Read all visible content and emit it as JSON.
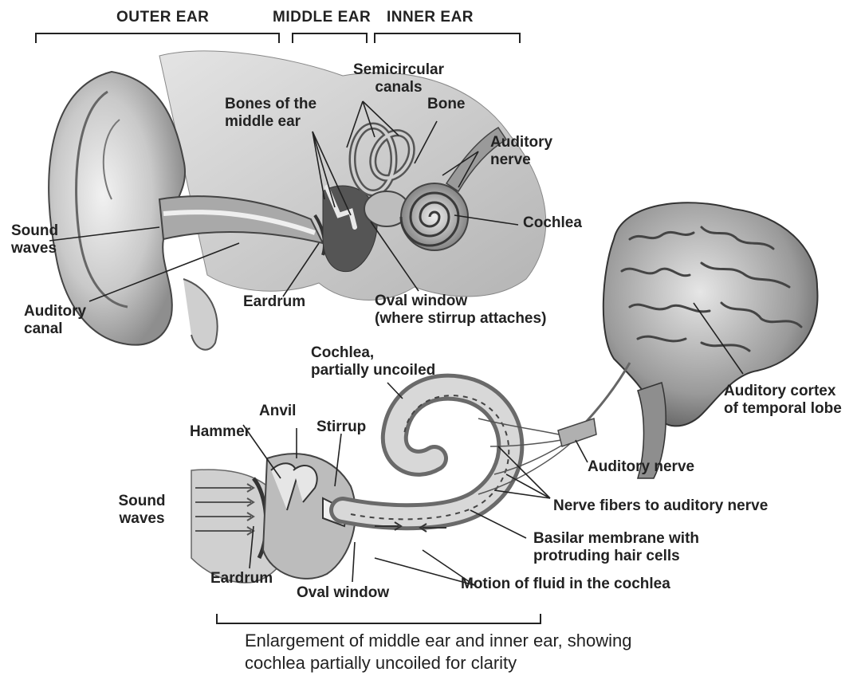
{
  "sections": {
    "outer_ear": "OUTER EAR",
    "middle_ear": "MIDDLE EAR",
    "inner_ear": "INNER EAR"
  },
  "top_diagram": {
    "semicircular_canals": [
      "Semicircular",
      "canals"
    ],
    "bones_middle_ear": [
      "Bones of the",
      "middle ear"
    ],
    "bone": "Bone",
    "auditory_nerve": [
      "Auditory",
      "nerve"
    ],
    "cochlea": "Cochlea",
    "sound_waves": [
      "Sound",
      "waves"
    ],
    "auditory_canal": [
      "Auditory",
      "canal"
    ],
    "eardrum": "Eardrum",
    "oval_window": [
      "Oval window",
      "(where stirrup attaches)"
    ]
  },
  "brain": {
    "auditory_cortex": [
      "Auditory cortex",
      "of temporal lobe"
    ]
  },
  "bottom_diagram": {
    "cochlea_uncoiled": [
      "Cochlea,",
      "partially uncoiled"
    ],
    "anvil": "Anvil",
    "hammer": "Hammer",
    "stirrup": "Stirrup",
    "auditory_nerve": "Auditory nerve",
    "sound_waves": [
      "Sound",
      "waves"
    ],
    "nerve_fibers": "Nerve fibers to auditory nerve",
    "basilar_membrane": [
      "Basilar membrane with",
      "protruding hair cells"
    ],
    "eardrum": "Eardrum",
    "oval_window": "Oval window",
    "fluid_motion": "Motion of fluid in the cochlea"
  },
  "caption": [
    "Enlargement of middle ear and inner ear, showing",
    "cochlea partially uncoiled for clarity"
  ],
  "colors": {
    "line": "#222222",
    "tissue_light": "#dcdcdc",
    "tissue_mid": "#a8a8a8",
    "tissue_dark": "#555555"
  }
}
